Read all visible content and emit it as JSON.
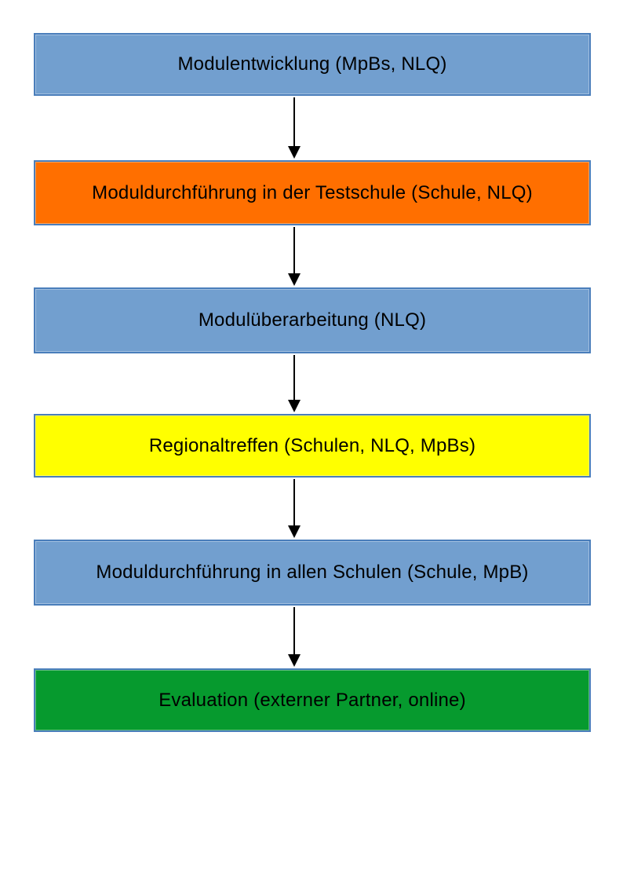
{
  "page": {
    "background": "#ffffff"
  },
  "diagram": {
    "type": "flowchart",
    "direction": "top-down",
    "box_border_color": "#4a7ebb",
    "text_color": "#000000",
    "arrow_color": "#000000",
    "steps": [
      {
        "label": "Modulentwicklung (MpBs, NLQ)",
        "fill": "#729fcf"
      },
      {
        "label": "Moduldurchführung in der Testschule (Schule, NLQ)",
        "fill": "#ff6f00"
      },
      {
        "label": "Modulüberarbeitung (NLQ)",
        "fill": "#729fcf"
      },
      {
        "label": "Regionaltreffen (Schulen, NLQ, MpBs)",
        "fill": "#ffff00"
      },
      {
        "label": "Moduldurchführung in allen Schulen (Schule, MpB)",
        "fill": "#729fcf"
      },
      {
        "label": "Evaluation (externer Partner, online)",
        "fill": "#069a2e"
      }
    ]
  }
}
